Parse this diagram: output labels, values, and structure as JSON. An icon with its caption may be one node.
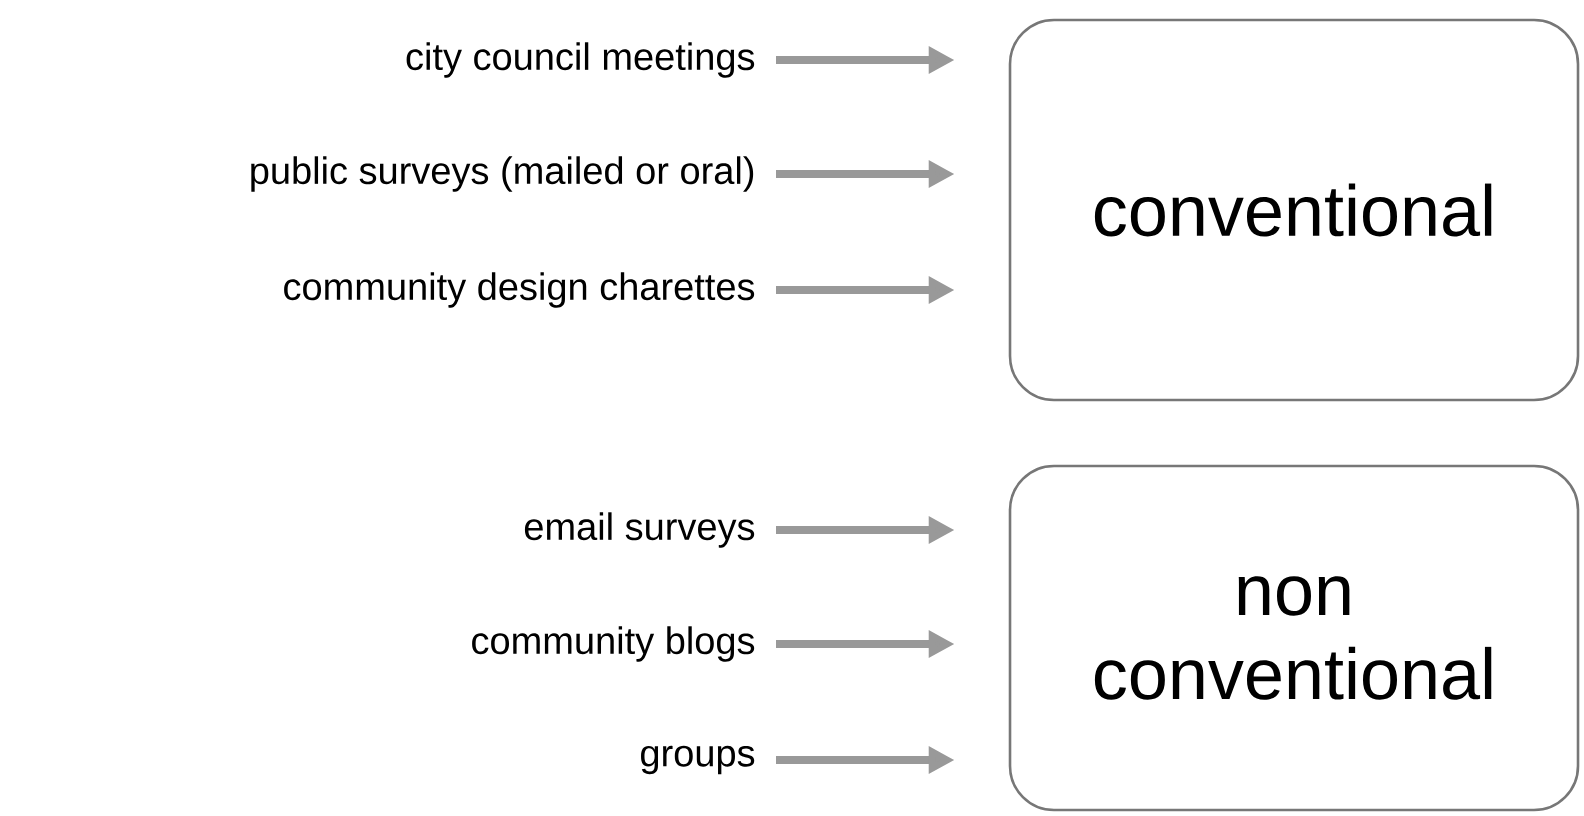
{
  "diagram": {
    "nodes": [
      {
        "text": [
          "city council meetings"
        ]
      },
      {
        "text": [
          "public surveys (mailed or oral)"
        ]
      },
      {
        "text": [
          "community design charettes"
        ]
      },
      {
        "text": [
          "conventional"
        ]
      },
      {
        "text": [
          "email surveys"
        ]
      },
      {
        "text": [
          "community blogs"
        ]
      },
      {
        "text": [
          "groups"
        ]
      },
      {
        "text": [
          "non conventional"
        ]
      }
    ],
    "edges": [
      {
        "from": 0,
        "to": 3,
        "arrow": "to"
      },
      {
        "from": 1,
        "to": 3,
        "arrow": "to"
      },
      {
        "from": 2,
        "to": 3,
        "arrow": "to"
      },
      {
        "from": 4,
        "to": 7,
        "arrow": "to"
      },
      {
        "from": 5,
        "to": 7,
        "arrow": "to"
      },
      {
        "from": 6,
        "to": 7,
        "arrow": "to"
      }
    ]
  }
}
